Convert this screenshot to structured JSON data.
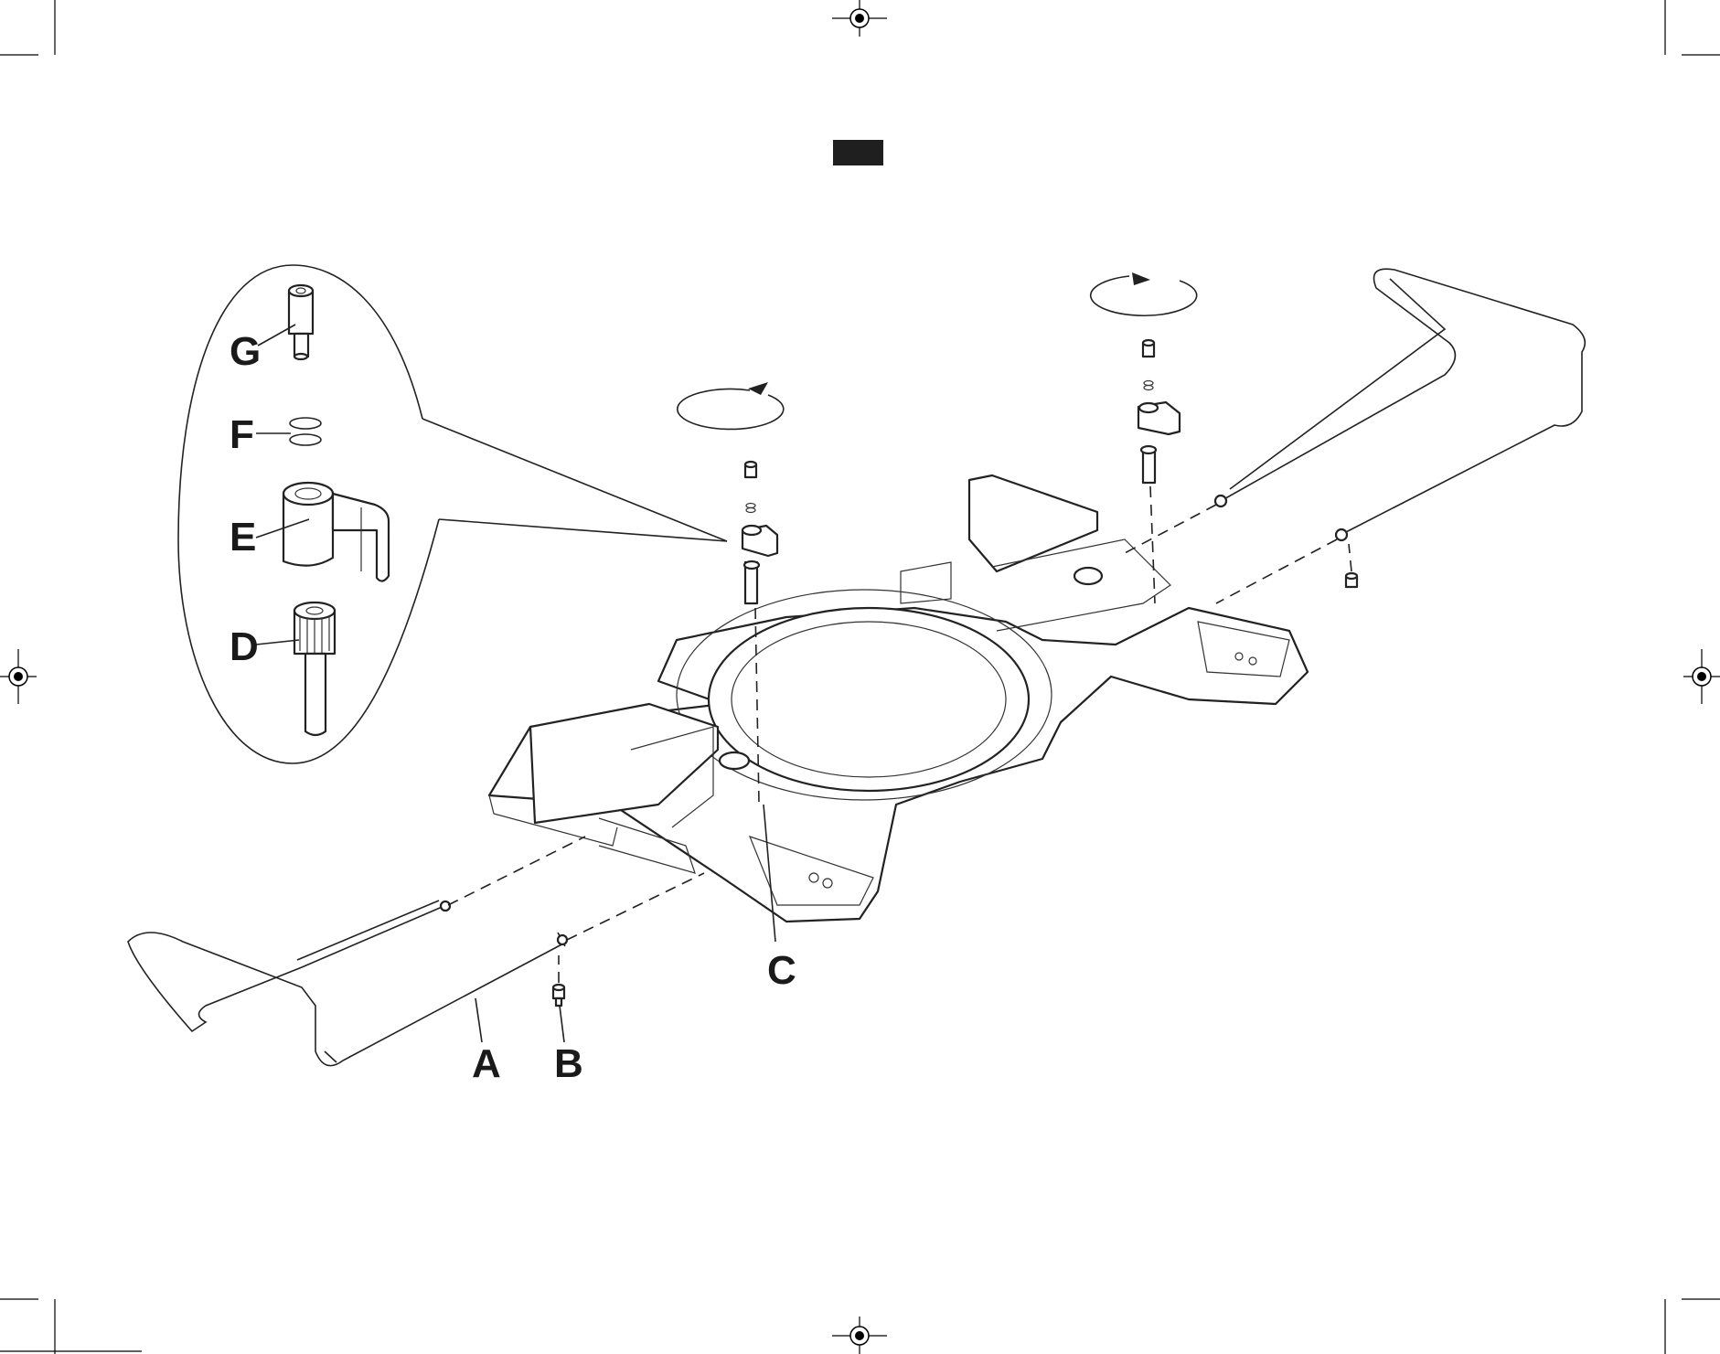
{
  "labels": {
    "a": "A",
    "b": "B",
    "c": "C",
    "d": "D",
    "e": "E",
    "f": "F",
    "g": "G"
  },
  "colors": {
    "line": "#222222",
    "tab": "#1f1f1f",
    "background": "#ffffff"
  }
}
